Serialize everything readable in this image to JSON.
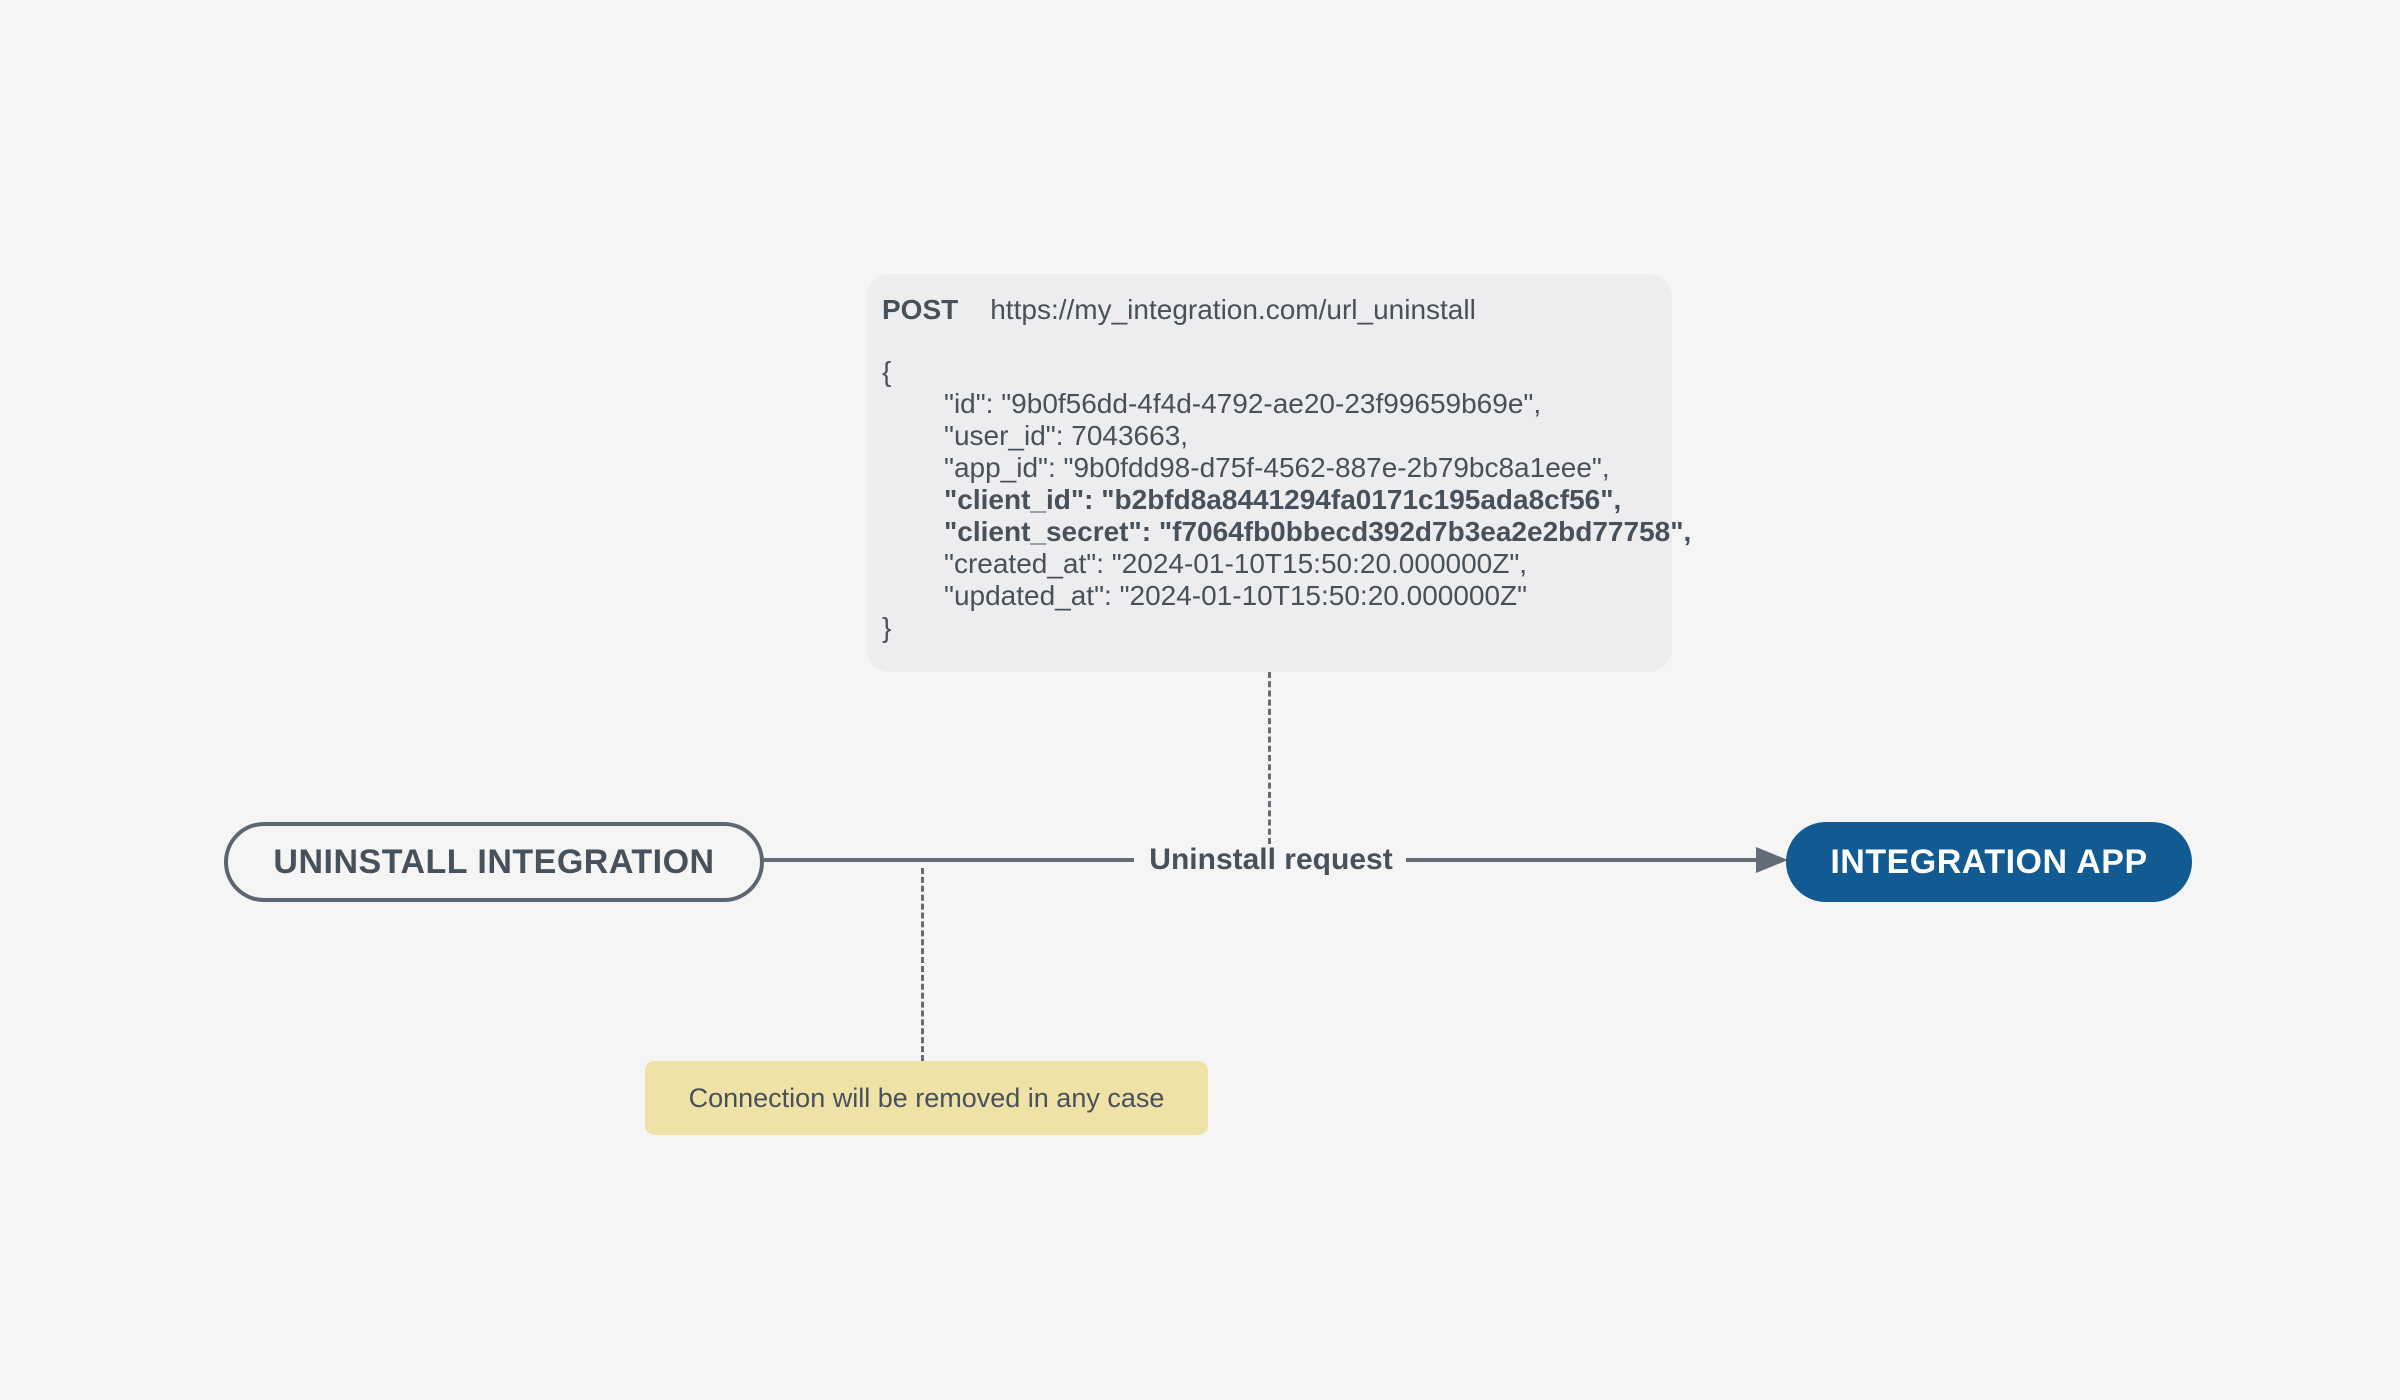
{
  "colors": {
    "page-bg": "#f5f5f6",
    "card-bg": "#ededef",
    "text-dark": "#47515c",
    "line-gray": "#636d78",
    "node-border": "#5d6670",
    "node-blue": "#115a92",
    "node-blue-text": "#ffffff",
    "note-bg": "#efe2a6"
  },
  "request_card": {
    "method": "POST",
    "url": "https://my_integration.com/url_uninstall",
    "body_lines": [
      "{",
      "\"id\": \"9b0f56dd-4f4d-4792-ae20-23f99659b69e\",",
      "\"user_id\": 7043663,",
      "\"app_id\": \"9b0fdd98-d75f-4562-887e-2b79bc8a1eee\",",
      "\"client_id\": \"b2bfd8a8441294fa0171c195ada8cf56\",",
      "\"client_secret\": \"f7064fb0bbecd392d7b3ea2e2bd77758\",",
      "\"created_at\": \"2024-01-10T15:50:20.000000Z\",",
      "\"updated_at\": \"2024-01-10T15:50:20.000000Z\"",
      "}"
    ]
  },
  "diagram": {
    "source_node_label": "UNINSTALL INTEGRATION",
    "target_node_label": "INTEGRATION APP",
    "edge_label": "Uninstall request",
    "note_text": "Connection will be removed in any case"
  }
}
